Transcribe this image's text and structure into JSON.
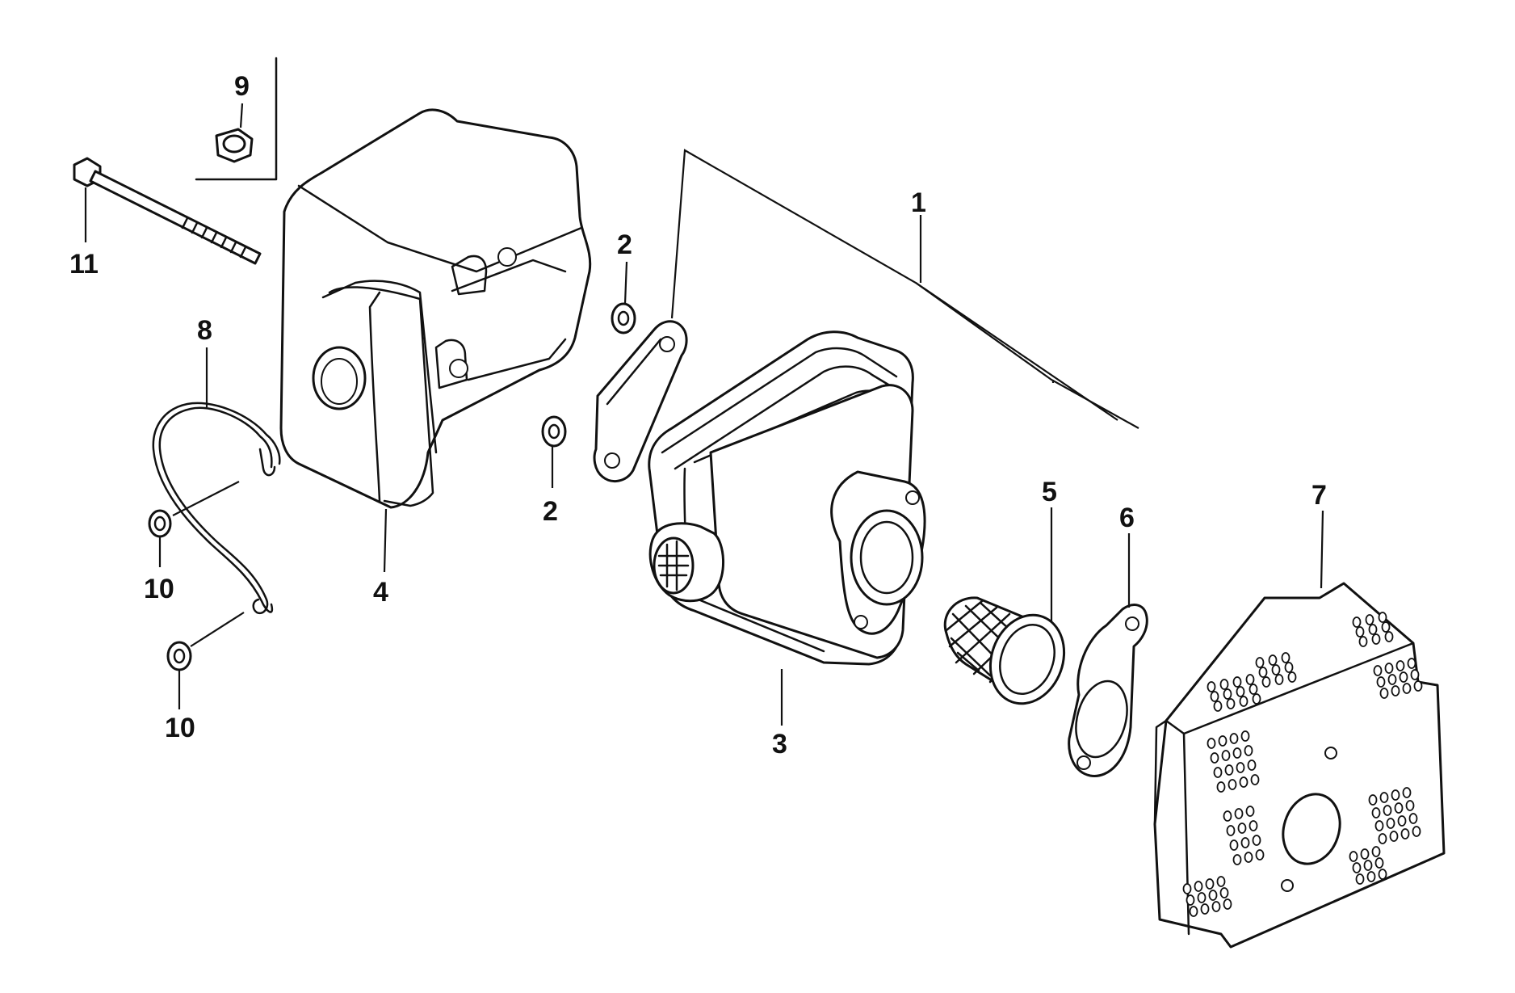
{
  "callouts": {
    "c1": "1",
    "c2a": "2",
    "c2b": "2",
    "c3": "3",
    "c4": "4",
    "c5": "5",
    "c6": "6",
    "c7": "7",
    "c8": "8",
    "c9": "9",
    "c10a": "10",
    "c10b": "10",
    "c11": "11"
  },
  "colors": {
    "line": "#111111",
    "background": "#ffffff"
  }
}
